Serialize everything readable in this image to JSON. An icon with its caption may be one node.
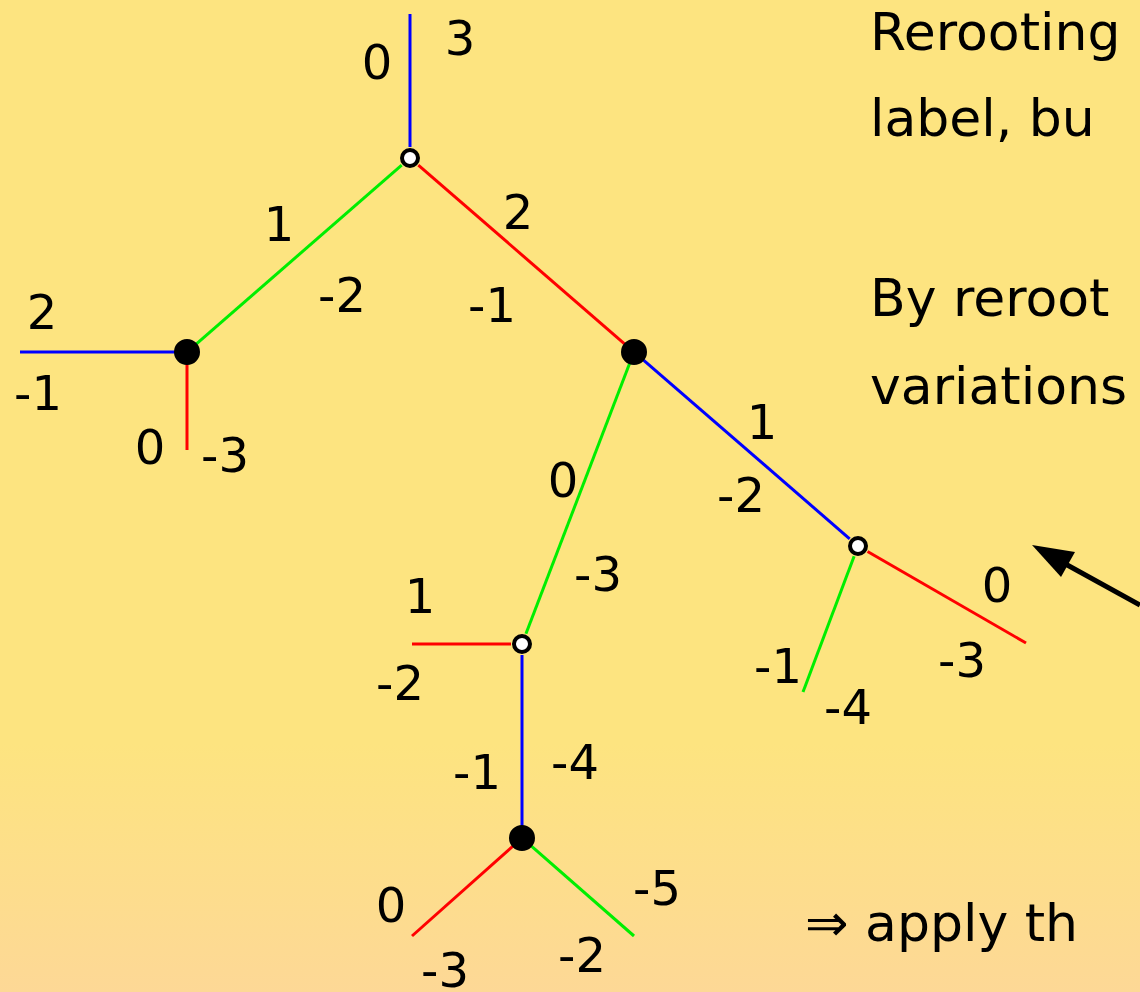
{
  "diagram": {
    "nodes": [
      {
        "text": [],
        "shape": "circle"
      },
      {
        "text": [],
        "shape": "circle"
      },
      {
        "text": [],
        "shape": "circle"
      },
      {
        "text": [],
        "shape": "circle"
      },
      {
        "text": [],
        "shape": "circle"
      },
      {
        "text": [],
        "shape": "circle"
      }
    ],
    "edges": [
      {
        "from": 0,
        "to": null,
        "arrow": "none",
        "color": "#0000ff"
      },
      {
        "from": 0,
        "to": 1,
        "arrow": "none",
        "color": "#00ee00"
      },
      {
        "from": 0,
        "to": 2,
        "arrow": "none",
        "color": "#ff0000"
      },
      {
        "from": 1,
        "to": null,
        "arrow": "none",
        "color": "#0000ff"
      },
      {
        "from": 1,
        "to": null,
        "arrow": "none",
        "color": "#ff0000"
      },
      {
        "from": 2,
        "to": 4,
        "arrow": "none",
        "color": "#00ee00"
      },
      {
        "from": 2,
        "to": 3,
        "arrow": "none",
        "color": "#0000ff"
      },
      {
        "from": 3,
        "to": null,
        "arrow": "none",
        "color": "#ff0000"
      },
      {
        "from": 3,
        "to": null,
        "arrow": "none",
        "color": "#00ee00"
      },
      {
        "from": 4,
        "to": null,
        "arrow": "none",
        "color": "#ff0000"
      },
      {
        "from": 4,
        "to": 5,
        "arrow": "none",
        "color": "#0000ff"
      },
      {
        "from": 5,
        "to": null,
        "arrow": "none",
        "color": "#ff0000"
      },
      {
        "from": 5,
        "to": null,
        "arrow": "none",
        "color": "#00ee00"
      }
    ],
    "labels": [
      "Rerooting",
      "3",
      "0",
      "label, bu",
      "1",
      "2",
      "By reroot",
      "2",
      "-2",
      "-1",
      "variations",
      "-1",
      "1",
      "0",
      "-3",
      "0",
      "-2",
      "-3",
      "0",
      "1",
      "-3",
      "-2",
      "-1",
      "-4",
      "-4",
      "-1",
      "-5",
      "0",
      "⇒ apply th",
      "-2",
      "-3"
    ]
  }
}
